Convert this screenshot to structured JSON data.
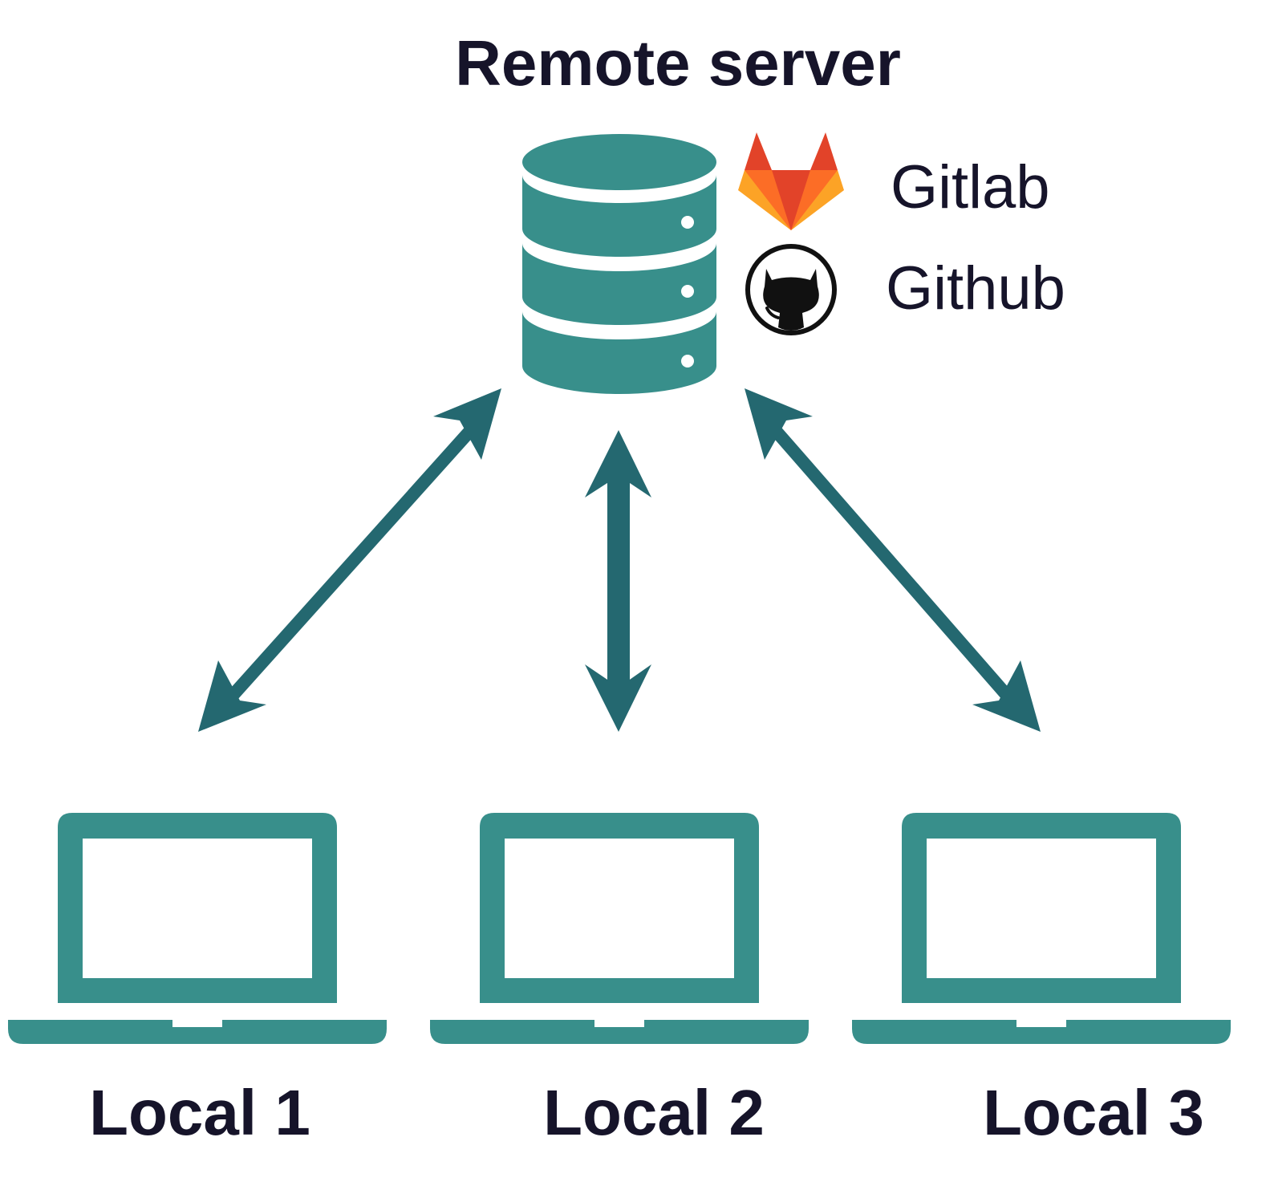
{
  "title": "Remote server",
  "services": [
    {
      "name": "Gitlab",
      "icon": "gitlab-icon"
    },
    {
      "name": "Github",
      "icon": "github-icon"
    }
  ],
  "server": {
    "icon": "database-server-icon"
  },
  "locals": [
    {
      "label": "Local 1",
      "icon": "laptop-icon"
    },
    {
      "label": "Local 2",
      "icon": "laptop-icon"
    },
    {
      "label": "Local 3",
      "icon": "laptop-icon"
    }
  ],
  "colors": {
    "device": "#388f8b",
    "arrow": "#246870",
    "text": "#16142a",
    "gitlab_dark": "#e24329",
    "gitlab_mid": "#fc6d26",
    "gitlab_light": "#fca326"
  }
}
